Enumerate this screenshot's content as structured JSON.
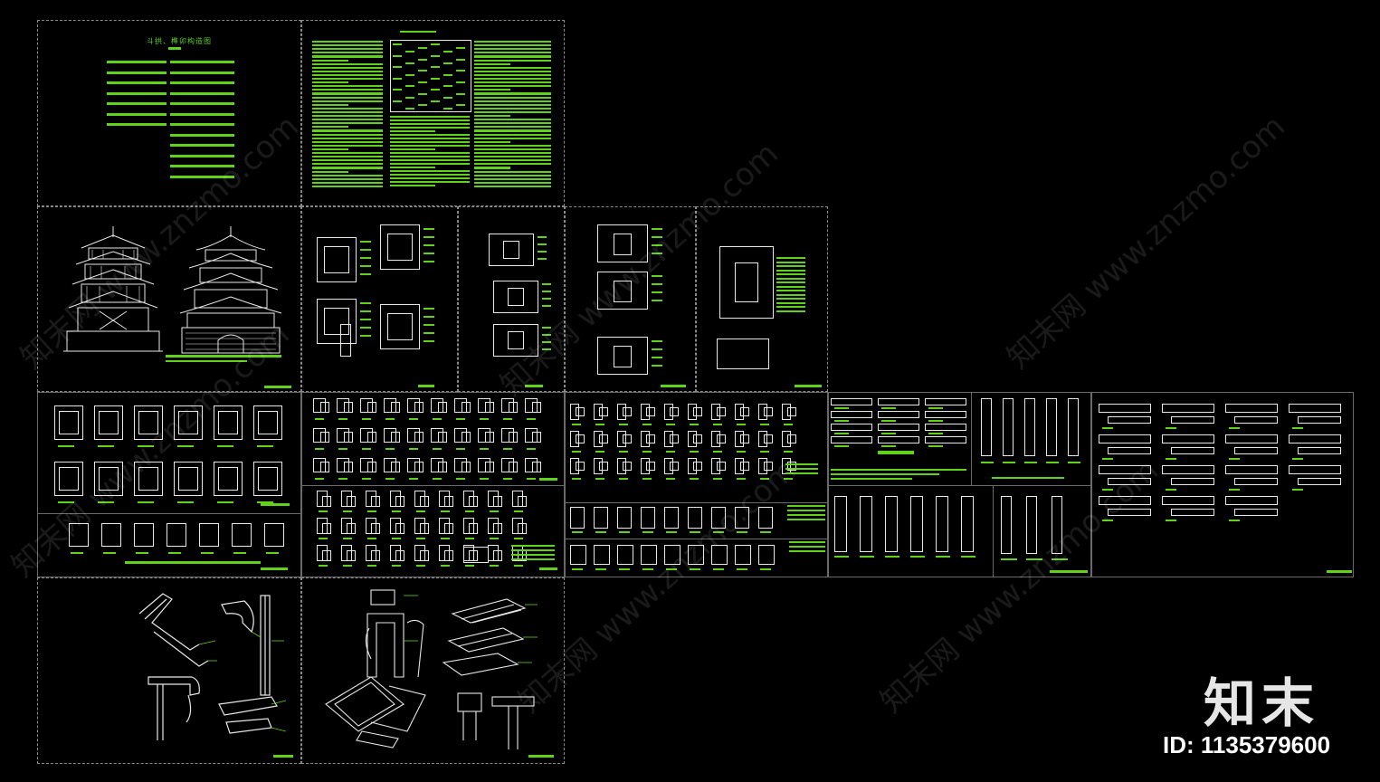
{
  "sheet_title": "斗拱、榫卯构造图",
  "watermark": {
    "text": "知末网 www.znzmo.com"
  },
  "logo": {
    "text": "知末",
    "id_label": "ID: 1135379600"
  },
  "colors": {
    "background": "#000000",
    "annotation_green": "#5fd21a",
    "linework_white": "#e8e8e8",
    "sheet_border": "#8a8a8a"
  }
}
